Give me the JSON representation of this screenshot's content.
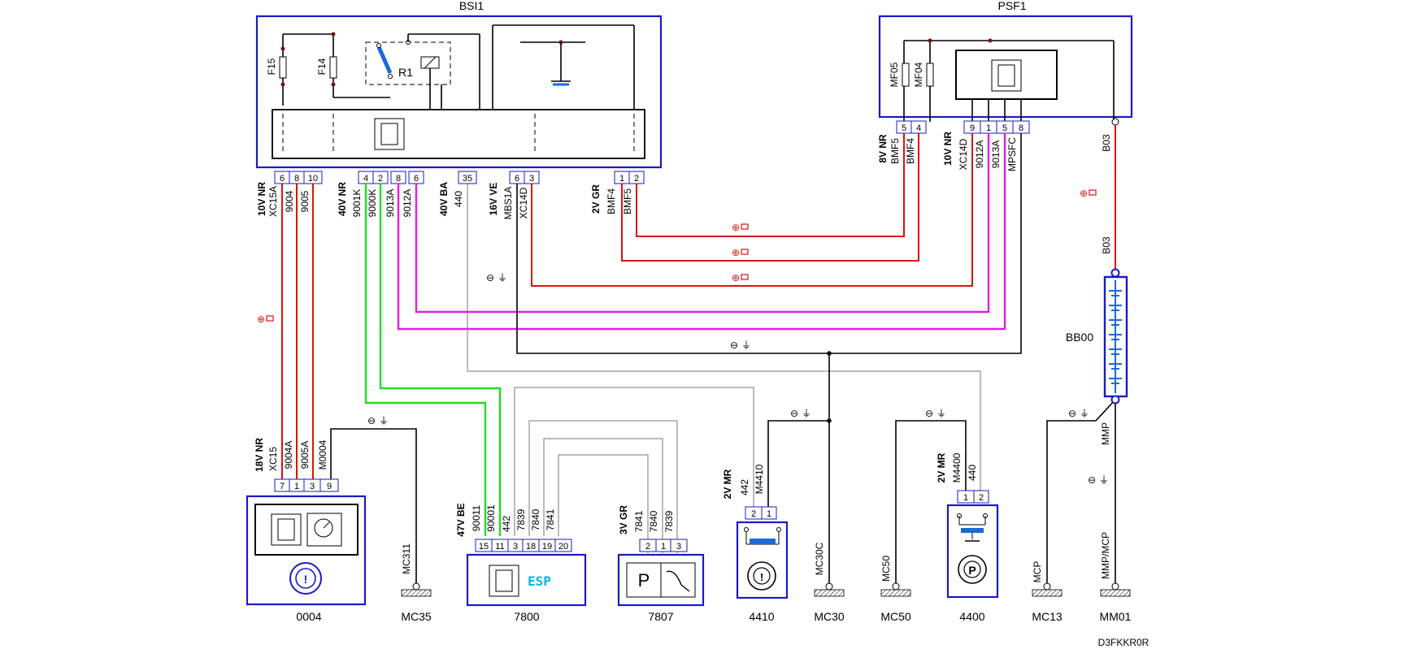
{
  "modules": {
    "bsi": "BSI1",
    "psf": "PSF1",
    "bat": "BB00"
  },
  "components": {
    "c0004": "0004",
    "c7800": "7800",
    "c7807": "7807",
    "c4410": "4410",
    "c4400": "4400",
    "esp": "ESP"
  },
  "grounds": {
    "mc35": "MC35",
    "mc30": "MC30",
    "mc50": "MC50",
    "mc13": "MC13",
    "mm01": "MM01",
    "mc311": "MC311",
    "mc30c": "MC30C",
    "mc50l": "MC50",
    "mcp": "MCP",
    "mmpmcp": "MMP/MCP",
    "mmp": "MMP"
  },
  "bsi_internal": {
    "f15": "F15",
    "f14": "F14",
    "r1": "R1"
  },
  "psf_internal": {
    "mf05": "MF05",
    "mf04": "MF04"
  },
  "bsi_pins": [
    "6",
    "8",
    "10",
    "4",
    "2",
    "8",
    "6",
    "35",
    "6",
    "3",
    "1",
    "2"
  ],
  "psf_pins": [
    "5",
    "4",
    "9",
    "1",
    "5",
    "8"
  ],
  "wire_labels": {
    "bsi_a_conn": "10V NR",
    "w_xc15a": "XC15A",
    "w_9004": "9004",
    "w_9005": "9005",
    "bsi_b_conn": "40V NR",
    "w_9001k": "9001K",
    "w_9000k": "9000K",
    "w_9013a": "9013A",
    "w_9012a": "9012A",
    "bsi_c_conn": "40V BA",
    "w_440": "440",
    "bsi_d_conn": "16V VE",
    "w_mbs1a": "MBS1A",
    "w_xc14d": "XC14D",
    "bsi_e_conn": "2V GR",
    "w_bmf4": "BMF4",
    "w_bmf5": "BMF5",
    "psf_a_conn": "8V NR",
    "p_bmf5": "BMF5",
    "p_bmf4": "BMF4",
    "psf_b_conn": "10V NR",
    "p_xc14d": "XC14D",
    "p_9012a": "9012A",
    "p_9013a": "9013A",
    "p_mpsfc": "MPSFC",
    "b03_top": "B03",
    "b03_bot": "B03",
    "c0004_conn": "18V NR",
    "c_xc15": "XC15",
    "c_9004a": "9004A",
    "c_9005a": "9005A",
    "c_m0004": "M0004",
    "c7800_conn": "47V BE",
    "c_90011": "90011",
    "c_90001": "90001",
    "c_442": "442",
    "c_7839": "7839",
    "c_7840": "7840",
    "c_7841": "7841",
    "c7807_conn": "3V GR",
    "d_7841": "7841",
    "d_7840": "7840",
    "d_7839": "7839",
    "c4410_conn": "2V MR",
    "e_442": "442",
    "e_m4410": "M4410",
    "c4400_conn": "2V MR",
    "f_m4400": "M4400",
    "f_440": "440"
  },
  "pins_0004": [
    "7",
    "1",
    "3",
    "9"
  ],
  "pins_7800": [
    "15",
    "11",
    "3",
    "18",
    "19",
    "20"
  ],
  "pins_7807": [
    "2",
    "1",
    "3"
  ],
  "pins_4410": [
    "2",
    "1"
  ],
  "pins_4400": [
    "1",
    "2"
  ],
  "symbols": {
    "plus": "⊕",
    "minus": "⊖"
  },
  "footer_code": "D3FKKR0R",
  "colors": {
    "frame": "#1a1ac8",
    "red": "#e01010",
    "green": "#22dd22",
    "magenta": "#e020e0",
    "esp": "#00b8e0"
  }
}
